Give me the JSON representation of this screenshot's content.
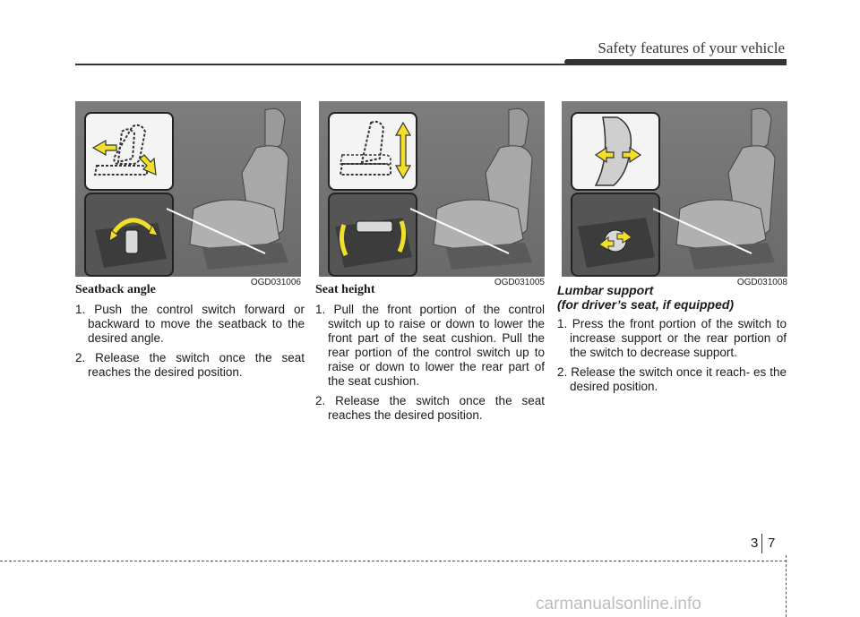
{
  "header": {
    "title": "Safety features of your vehicle"
  },
  "figures": [
    {
      "code": "OGD031006"
    },
    {
      "code": "OGD031005"
    },
    {
      "code": "OGD031008"
    }
  ],
  "sections": [
    {
      "title": "Seatback angle",
      "items": [
        "1. Push the control switch forward or backward to move the seatback to the desired angle.",
        "2. Release the switch once the seat reaches the desired position."
      ]
    },
    {
      "title": "Seat height",
      "items": [
        "1. Pull the front portion of the control switch up to raise or down to lower the front part of the seat cushion. Pull the rear portion of the control switch up to raise or down to lower the rear part of the seat cushion.",
        "2. Release the switch once the seat reaches the desired position."
      ]
    },
    {
      "title_line1": "Lumbar support",
      "title_line2": "(for driver’s seat, if equipped)",
      "items": [
        "1. Press the front portion of the switch to increase support or the rear portion of the switch to decrease support.",
        "2. Release the switch once it reach- es the desired position."
      ]
    }
  ],
  "footer": {
    "chapter": "3",
    "page": "7",
    "watermark": "carmanualsonline.info"
  },
  "colors": {
    "arrow_yellow": "#f0e02a",
    "figure_bg": "#737373"
  }
}
